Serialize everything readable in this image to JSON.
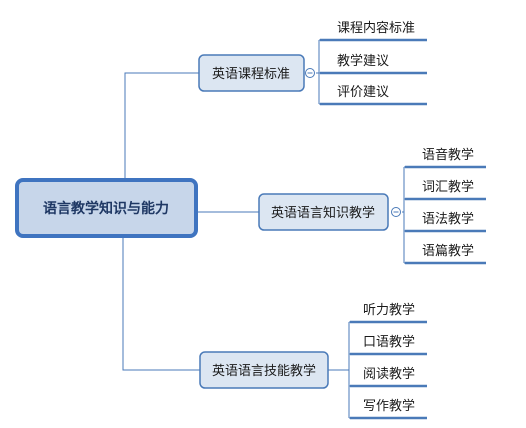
{
  "central": {
    "label": "语言教学知识与能力"
  },
  "branches": [
    {
      "label": "英语课程标准",
      "children": [
        "课程内容标准",
        "教学建议",
        "评价建议"
      ]
    },
    {
      "label": "英语语言知识教学",
      "children": [
        "语音教学",
        "词汇教学",
        "语法教学",
        "语篇教学"
      ]
    },
    {
      "label": "英语语言技能教学",
      "children": [
        "听力教学",
        "口语教学",
        "阅读教学",
        "写作教学"
      ]
    }
  ],
  "colors": {
    "line": "#4a7ab8",
    "node_fill": "#dce6f2",
    "node_border": "#4a7ab8",
    "central_fill": "#c7d6ea",
    "central_border": "#3f74c0",
    "text": "#1a1a1a",
    "central_text": "#1f3864"
  }
}
